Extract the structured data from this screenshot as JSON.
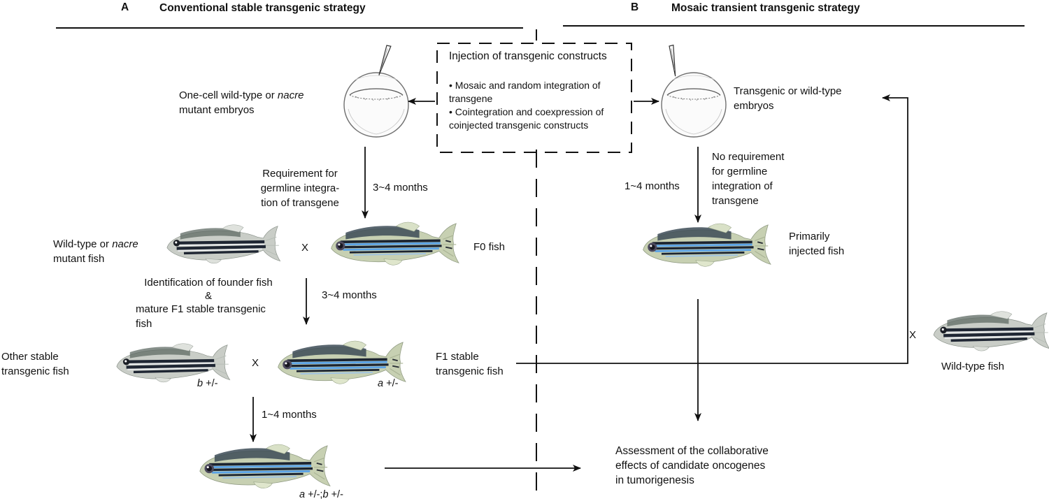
{
  "panel_a": {
    "letter": "A",
    "title": "Conventional stable transgenic strategy",
    "embryo_label_pre": "One-cell wild-type or ",
    "embryo_label_em": "nacre",
    "embryo_label_post": "mutant embryos",
    "req_line1": "Requirement for",
    "req_line2": "germline integra-",
    "req_line3": "tion of transgene",
    "time1": "3~4 months",
    "wt_fish_pre": "Wild-type or ",
    "wt_fish_em": "nacre",
    "wt_fish_post": "mutant fish",
    "cross_x1": "X",
    "f0_label": "F0 fish",
    "id_line1": "Identification of founder fish",
    "id_line2": "&",
    "id_line3": "mature F1 stable transgenic",
    "id_line4": "fish",
    "time2": "3~4 months",
    "other_line1": "Other stable",
    "other_line2": "transgenic fish",
    "cross_x2": "X",
    "geno_b_em": "b",
    "geno_b_rest": " +/-",
    "geno_a_em": "a",
    "geno_a_rest": " +/-",
    "f1_line1": "F1 stable",
    "f1_line2": "transgenic fish",
    "time3": "1~4 months",
    "geno_ab_a": "a",
    "geno_ab_mid": " +/-;",
    "geno_ab_b": "b",
    "geno_ab_rest": " +/-"
  },
  "panel_b": {
    "letter": "B",
    "title": "Mosaic transient transgenic strategy",
    "embryo_line1": "Transgenic or wild-type",
    "embryo_line2": "embryos",
    "noreq_line1": "No requirement",
    "noreq_line2": "for germline",
    "noreq_line3": "integration of",
    "noreq_line4": "transgene",
    "time1": "1~4 months",
    "inj_line1": "Primarily",
    "inj_line2": "injected fish",
    "cross_x": "X",
    "wt_label": "Wild-type fish",
    "assess_line1": "Assessment of the collaborative",
    "assess_line2": "effects of candidate oncogenes",
    "assess_line3": "in tumorigenesis"
  },
  "center_box": {
    "title": "Injection of transgenic constructs",
    "bullet1_line1": "• Mosaic and random integration of",
    "bullet1_line2": "transgene",
    "bullet2_line1": "• Cointegration and coexpression of",
    "bullet2_line2": "coinjected transgenic constructs"
  }
}
